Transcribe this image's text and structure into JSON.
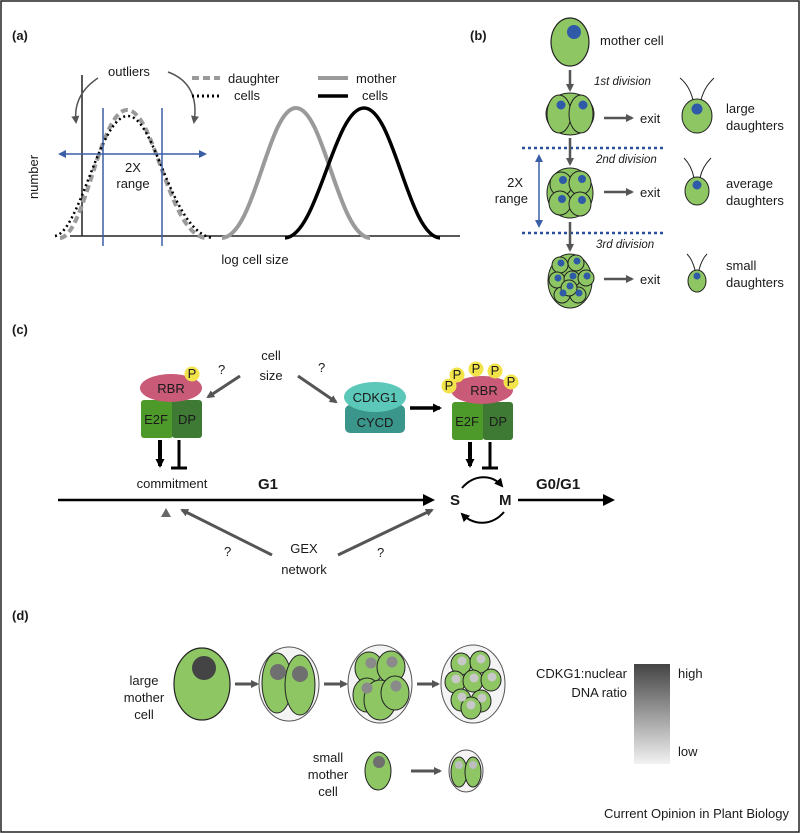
{
  "panels": {
    "a": "(a)",
    "b": "(b)",
    "c": "(c)",
    "d": "(d)"
  },
  "panel_a": {
    "outliers": "outliers",
    "legend_daughter_1": "daughter",
    "legend_daughter_2": "cells",
    "legend_mother_1": "mother",
    "legend_mother_2": "cells",
    "range_1": "2X",
    "range_2": "range",
    "ylabel": "number",
    "xlabel": "log cell size"
  },
  "panel_b": {
    "mother_cell": "mother cell",
    "div1": "1st division",
    "div2": "2nd division",
    "div3": "3rd division",
    "exit": "exit",
    "large_1": "large",
    "large_2": "daughters",
    "average_1": "average",
    "average_2": "daughters",
    "small_1": "small",
    "small_2": "daughters",
    "range_1": "2X",
    "range_2": "range"
  },
  "panel_c": {
    "cell_size_1": "cell",
    "cell_size_2": "size",
    "question": "?",
    "rbr": "RBR",
    "e2f": "E2F",
    "dp": "DP",
    "p": "P",
    "cdkg1": "CDKG1",
    "cycd": "CYCD",
    "commitment": "commitment",
    "g1": "G1",
    "s": "S",
    "m": "M",
    "g0g1": "G0/G1",
    "gex_1": "GEX",
    "gex_2": "network"
  },
  "panel_d": {
    "large_1": "large",
    "large_2": "mother",
    "large_3": "cell",
    "small_1": "small",
    "small_2": "mother",
    "small_3": "cell",
    "ratio_1": "CDKG1:nuclear",
    "ratio_2": "DNA ratio",
    "high": "high",
    "low": "low"
  },
  "credit": "Current Opinion in Plant Biology",
  "colors": {
    "cell_fill": "#8dc663",
    "nucleus": "#2f5aa8",
    "rbr": "#c95a78",
    "e2f": "#4d9a2a",
    "dp": "#3f7a35",
    "phospho": "#f3e34a",
    "cdkg1": "#5cc8b9",
    "cycd": "#3a958a",
    "range_arrow": "#3b5fa6",
    "dotted_line": "#2a4f9c",
    "dark_arrow": "#555555"
  }
}
